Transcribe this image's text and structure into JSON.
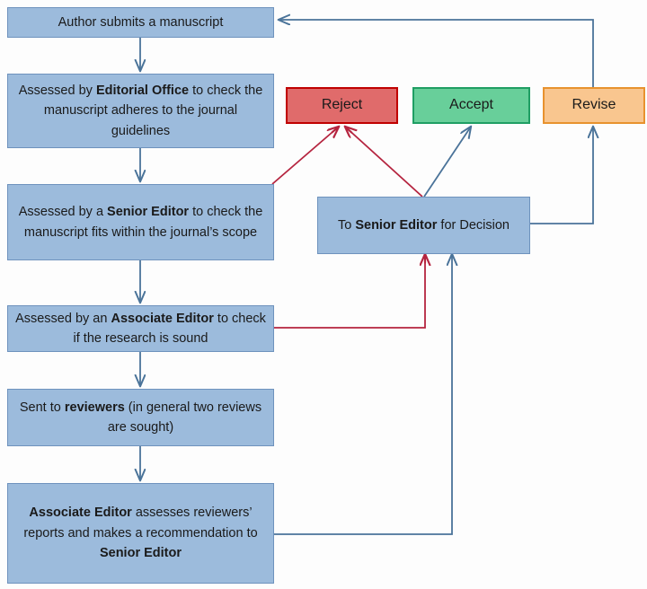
{
  "diagram": {
    "title": "Manuscript peer review editorial workflow",
    "background_color": "#fdfdfd",
    "colors": {
      "process_fill": "#9cbbdc",
      "process_border": "#6e92bd",
      "reject_fill": "#e06b6b",
      "reject_border": "#c00000",
      "accept_fill": "#68cf9a",
      "accept_border": "#1f9e63",
      "revise_fill": "#f9c68f",
      "revise_border": "#e8922e",
      "arrow_blue": "#4a7399",
      "arrow_red": "#b5243f"
    }
  },
  "nodes": {
    "author_submit": {
      "label": "Author submits a manuscript",
      "label_html": "Author submits a manuscript",
      "type": "process"
    },
    "editorial_office": {
      "label": "Assessed by Editorial Office to check the manuscript adheres to the journal guidelines",
      "label_html": "Assessed by <b>Editorial Office</b> to check the manuscript adheres to the journal guidelines",
      "type": "process"
    },
    "senior_editor_scope": {
      "label": "Assessed by a Senior Editor to check the manuscript fits within the journal’s scope",
      "label_html": "Assessed by a <b>Senior Editor</b> to check the manuscript fits within the journal’s scope",
      "type": "process"
    },
    "associate_editor_sound": {
      "label": "Assessed by an Associate Editor to check if the research is sound",
      "label_html": "Assessed by an <b>Associate Editor</b> to check if the research is sound",
      "type": "process"
    },
    "sent_reviewers": {
      "label": "Sent to reviewers (in general two reviews are sought)",
      "label_html": "Sent to <b>reviewers</b> (in general two reviews are sought)",
      "type": "process"
    },
    "associate_editor_reports": {
      "label": "Associate Editor assesses reviewers’ reports and makes a recommendation to Senior Editor",
      "label_html": "<b>Associate Editor</b> assesses reviewers’ reports and makes a recommendation to <b>Senior Editor</b>",
      "type": "process"
    },
    "senior_editor_decision": {
      "label": "To Senior Editor for Decision",
      "label_html": "To <b>Senior Editor</b> for Decision",
      "type": "process"
    },
    "reject": {
      "label": "Reject",
      "label_html": "Reject",
      "type": "outcome-reject"
    },
    "accept": {
      "label": "Accept",
      "label_html": "Accept",
      "type": "outcome-accept"
    },
    "revise": {
      "label": "Revise",
      "label_html": "Revise",
      "type": "outcome-revise"
    }
  },
  "edges": [
    {
      "from": "author_submit",
      "to": "editorial_office",
      "color": "blue"
    },
    {
      "from": "editorial_office",
      "to": "senior_editor_scope",
      "color": "blue"
    },
    {
      "from": "senior_editor_scope",
      "to": "associate_editor_sound",
      "color": "blue"
    },
    {
      "from": "associate_editor_sound",
      "to": "sent_reviewers",
      "color": "blue"
    },
    {
      "from": "sent_reviewers",
      "to": "associate_editor_reports",
      "color": "blue"
    },
    {
      "from": "senior_editor_scope",
      "to": "reject",
      "color": "red"
    },
    {
      "from": "associate_editor_sound",
      "to": "senior_editor_decision",
      "color": "red"
    },
    {
      "from": "associate_editor_reports",
      "to": "senior_editor_decision",
      "color": "blue"
    },
    {
      "from": "senior_editor_decision",
      "to": "reject",
      "color": "red"
    },
    {
      "from": "senior_editor_decision",
      "to": "accept",
      "color": "blue"
    },
    {
      "from": "senior_editor_decision",
      "to": "revise",
      "color": "blue"
    },
    {
      "from": "revise",
      "to": "author_submit",
      "color": "blue"
    }
  ]
}
